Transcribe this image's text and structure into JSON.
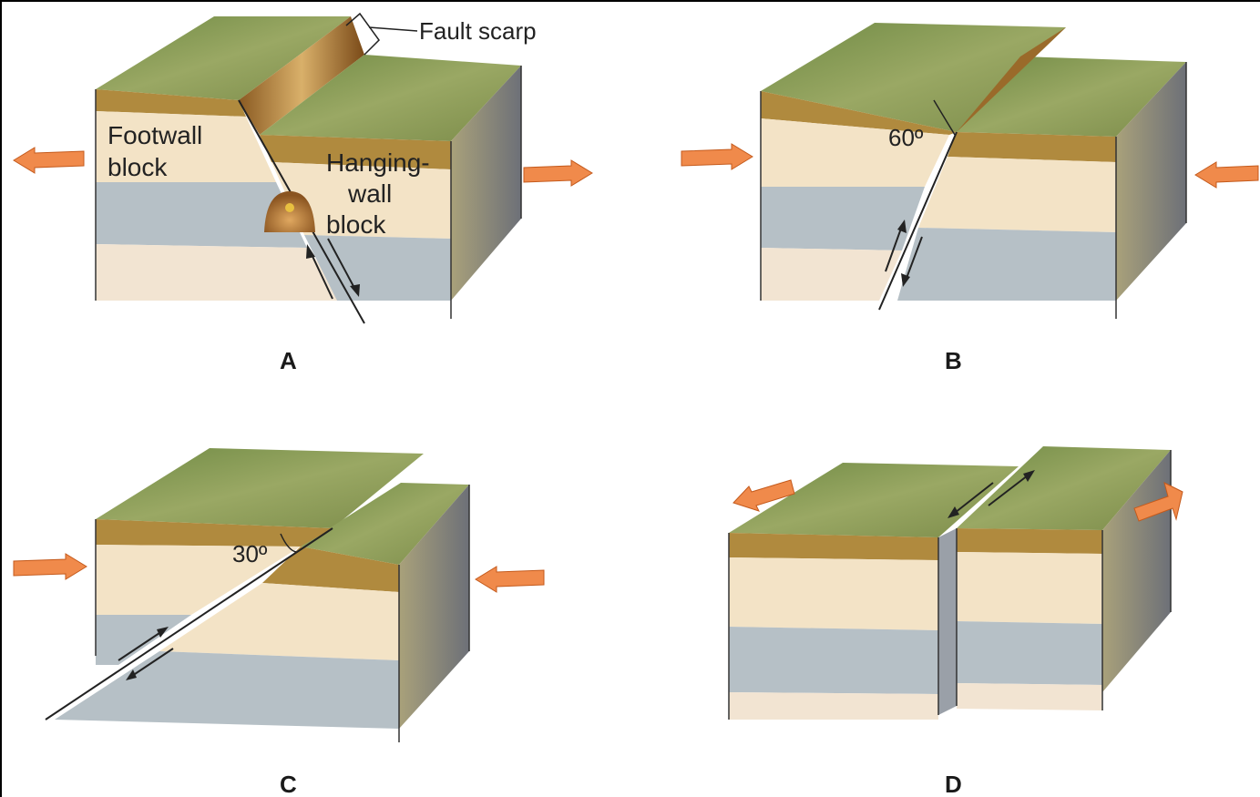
{
  "panels": [
    {
      "letter": "A",
      "labels": {
        "fault_scarp": "Fault scarp",
        "footwall_1": "Footwall",
        "footwall_2": "block",
        "hanging_1": "Hanging-",
        "hanging_2": "wall",
        "hanging_3": "block"
      }
    },
    {
      "letter": "B",
      "labels": {
        "angle": "60º"
      }
    },
    {
      "letter": "C",
      "labels": {
        "angle": "30º"
      }
    },
    {
      "letter": "D"
    }
  ],
  "colors": {
    "grass": "#7f8f4a",
    "soil_top": "#b08a3e",
    "sand": "#f3e3c6",
    "gray_layer": "#b6c0c6",
    "base": "#f2e4d2",
    "side_shade": "#8a909a",
    "arrow": "#f08a4b",
    "arrow_edge": "#c45a1c"
  }
}
